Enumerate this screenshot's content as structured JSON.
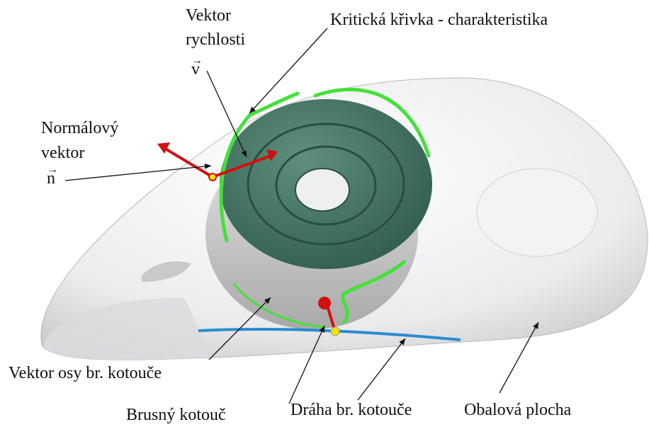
{
  "labels": {
    "velocity_vector": [
      "Vektor",
      "rychlosti"
    ],
    "velocity_symbol": "v",
    "critical_curve": "Kritická křivka - charakteristika",
    "normal_vector": [
      "Normálový",
      "vektor"
    ],
    "normal_symbol": "n",
    "vector_arrow": "→",
    "axis_vector": "Vektor osy br. kotouče",
    "grinding_wheel": "Brusný kotouč",
    "wheel_path": "Dráha br. kotouče",
    "envelope_surface": "Obalová plocha"
  },
  "colors": {
    "envelope": "#e8e8ea",
    "wheel_face": "#3f6b5c",
    "wheel_rim": "#c9c9c9",
    "critical_curve": "#45e03a",
    "vectors": "#d01010",
    "path": "#2a8ccf",
    "contact_point": "#f2e600"
  }
}
